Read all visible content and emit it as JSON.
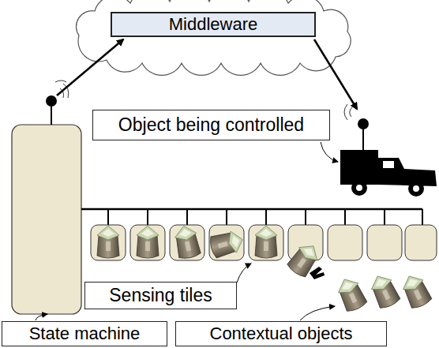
{
  "diagram": {
    "nodes": [
      {
        "text": [
          "Middleware"
        ]
      },
      {
        "text": [
          "Object being controlled"
        ]
      },
      {
        "text": [
          "Sensing tiles"
        ]
      },
      {
        "text": [
          "State machine"
        ]
      },
      {
        "text": [
          "Contextual objects"
        ]
      }
    ]
  }
}
